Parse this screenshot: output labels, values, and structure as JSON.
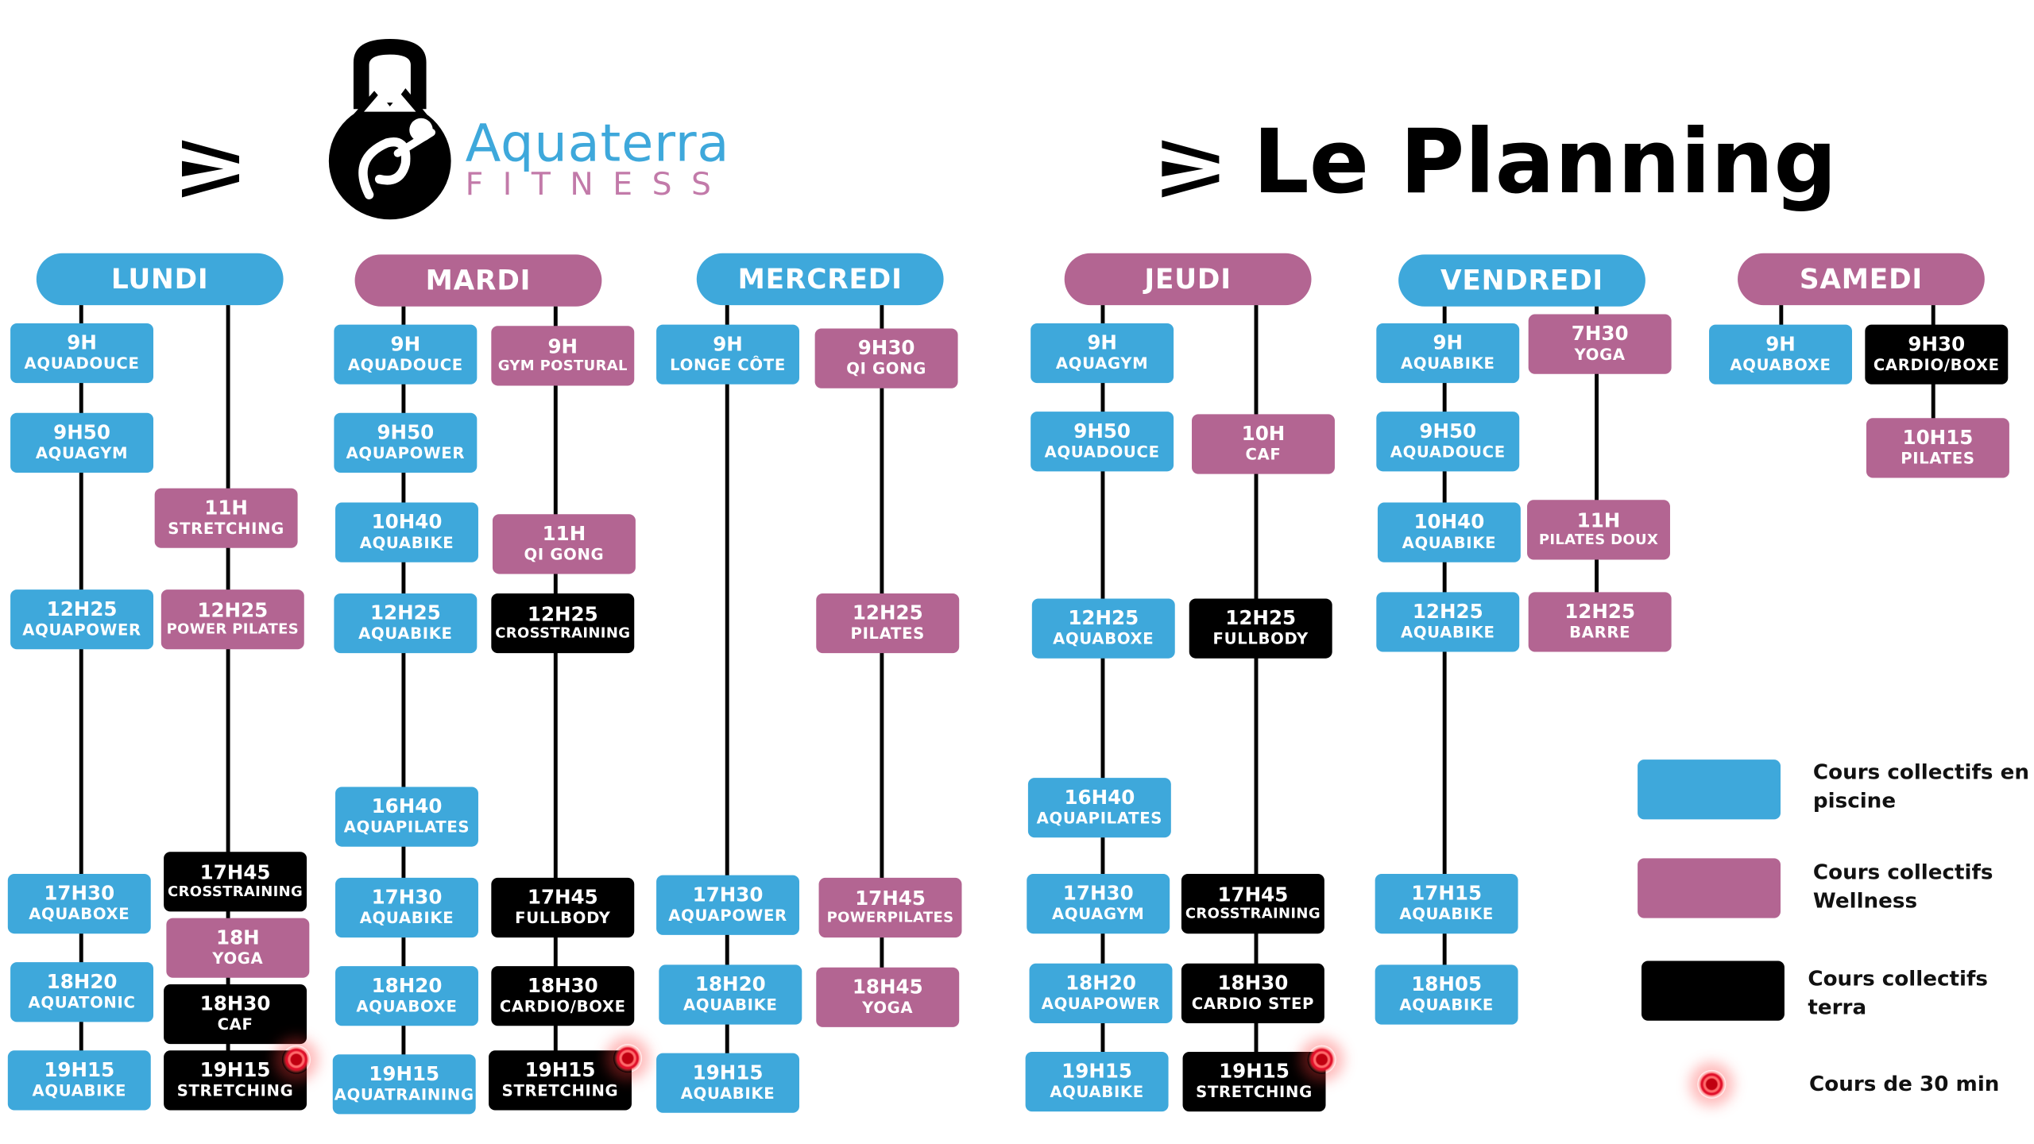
{
  "header": {
    "brand_line1": "Aquaterra",
    "brand_line2": "FITNESS",
    "title": "Le Planning",
    "icons": [
      "chevron-double-right-icon",
      "kettlebell-logo-icon"
    ]
  },
  "colors": {
    "piscine": "#3ea8db",
    "wellness": "#b36592",
    "terra": "#000000",
    "dot": "#e0102a"
  },
  "days": [
    {
      "label": "LUNDI",
      "color": "blue"
    },
    {
      "label": "MARDI",
      "color": "pink"
    },
    {
      "label": "MERCREDI",
      "color": "blue"
    },
    {
      "label": "JEUDI",
      "color": "pink"
    },
    {
      "label": "VENDREDI",
      "color": "blue"
    },
    {
      "label": "SAMEDI",
      "color": "pink"
    }
  ],
  "schedule": {
    "lundi": [
      {
        "time": "9H",
        "name": "AQUADOUCE",
        "type": "piscine"
      },
      {
        "time": "9H50",
        "name": "AQUAGYM",
        "type": "piscine"
      },
      {
        "time": "11H",
        "name": "STRETCHING",
        "type": "wellness"
      },
      {
        "time": "12H25",
        "name": "AQUAPOWER",
        "type": "piscine"
      },
      {
        "time": "12H25",
        "name": "POWER PILATES",
        "type": "wellness"
      },
      {
        "time": "17H45",
        "name": "CROSSTRAINING",
        "type": "terra"
      },
      {
        "time": "17H30",
        "name": "AQUABOXE",
        "type": "piscine"
      },
      {
        "time": "18H",
        "name": "YOGA",
        "type": "wellness"
      },
      {
        "time": "18H20",
        "name": "AQUATONIC",
        "type": "piscine"
      },
      {
        "time": "18H30",
        "name": "CAF",
        "type": "terra"
      },
      {
        "time": "19H15",
        "name": "AQUABIKE",
        "type": "piscine"
      },
      {
        "time": "19H15",
        "name": "STRETCHING",
        "type": "terra",
        "short": true
      }
    ],
    "mardi": [
      {
        "time": "9H",
        "name": "AQUADOUCE",
        "type": "piscine"
      },
      {
        "time": "9H",
        "name": "GYM POSTURAL",
        "type": "wellness"
      },
      {
        "time": "9H50",
        "name": "AQUAPOWER",
        "type": "piscine"
      },
      {
        "time": "10H40",
        "name": "AQUABIKE",
        "type": "piscine"
      },
      {
        "time": "11H",
        "name": "QI GONG",
        "type": "wellness"
      },
      {
        "time": "12H25",
        "name": "AQUABIKE",
        "type": "piscine"
      },
      {
        "time": "12H25",
        "name": "CROSSTRAINING",
        "type": "terra"
      },
      {
        "time": "16H40",
        "name": "AQUAPILATES",
        "type": "piscine"
      },
      {
        "time": "17H30",
        "name": "AQUABIKE",
        "type": "piscine"
      },
      {
        "time": "17H45",
        "name": "FULLBODY",
        "type": "terra"
      },
      {
        "time": "18H20",
        "name": "AQUABOXE",
        "type": "piscine"
      },
      {
        "time": "18H30",
        "name": "CARDIO/BOXE",
        "type": "terra"
      },
      {
        "time": "19H15",
        "name": "AQUATRAINING",
        "type": "piscine"
      },
      {
        "time": "19H15",
        "name": "STRETCHING",
        "type": "terra",
        "short": true
      }
    ],
    "mercredi": [
      {
        "time": "9H",
        "name": "LONGE CÔTE",
        "type": "piscine"
      },
      {
        "time": "9H30",
        "name": "QI GONG",
        "type": "wellness"
      },
      {
        "time": "12H25",
        "name": "PILATES",
        "type": "wellness"
      },
      {
        "time": "17H30",
        "name": "AQUAPOWER",
        "type": "piscine"
      },
      {
        "time": "17H45",
        "name": "POWERPILATES",
        "type": "wellness"
      },
      {
        "time": "18H20",
        "name": "AQUABIKE",
        "type": "piscine"
      },
      {
        "time": "18H45",
        "name": "YOGA",
        "type": "wellness"
      },
      {
        "time": "19H15",
        "name": "AQUABIKE",
        "type": "piscine"
      }
    ],
    "jeudi": [
      {
        "time": "9H",
        "name": "AQUAGYM",
        "type": "piscine"
      },
      {
        "time": "9H50",
        "name": "AQUADOUCE",
        "type": "piscine"
      },
      {
        "time": "10H",
        "name": "CAF",
        "type": "wellness"
      },
      {
        "time": "12H25",
        "name": "AQUABOXE",
        "type": "piscine"
      },
      {
        "time": "12H25",
        "name": "FULLBODY",
        "type": "terra"
      },
      {
        "time": "16H40",
        "name": "AQUAPILATES",
        "type": "piscine"
      },
      {
        "time": "17H30",
        "name": "AQUAGYM",
        "type": "piscine"
      },
      {
        "time": "17H45",
        "name": "CROSSTRAINING",
        "type": "terra"
      },
      {
        "time": "18H20",
        "name": "AQUAPOWER",
        "type": "piscine"
      },
      {
        "time": "18H30",
        "name": "CARDIO STEP",
        "type": "terra"
      },
      {
        "time": "19H15",
        "name": "AQUABIKE",
        "type": "piscine"
      },
      {
        "time": "19H15",
        "name": "STRETCHING",
        "type": "terra",
        "short": true
      }
    ],
    "vendredi": [
      {
        "time": "9H",
        "name": "AQUABIKE",
        "type": "piscine"
      },
      {
        "time": "7H30",
        "name": "YOGA",
        "type": "wellness"
      },
      {
        "time": "9H50",
        "name": "AQUADOUCE",
        "type": "piscine"
      },
      {
        "time": "10H40",
        "name": "AQUABIKE",
        "type": "piscine"
      },
      {
        "time": "11H",
        "name": "PILATES DOUX",
        "type": "wellness"
      },
      {
        "time": "12H25",
        "name": "AQUABIKE",
        "type": "piscine"
      },
      {
        "time": "12H25",
        "name": "BARRE",
        "type": "wellness"
      },
      {
        "time": "17H15",
        "name": "AQUABIKE",
        "type": "piscine"
      },
      {
        "time": "18H05",
        "name": "AQUABIKE",
        "type": "piscine"
      }
    ],
    "samedi": [
      {
        "time": "9H",
        "name": "AQUABOXE",
        "type": "piscine"
      },
      {
        "time": "9H30",
        "name": "CARDIO/BOXE",
        "type": "terra"
      },
      {
        "time": "10H15",
        "name": "PILATES",
        "type": "wellness"
      }
    ]
  },
  "legend": [
    {
      "line1": "Cours collectifs en",
      "line2": "piscine",
      "color": "#3ea8db"
    },
    {
      "line1": "Cours collectifs",
      "line2": "Wellness",
      "color": "#b36592"
    },
    {
      "line1": "Cours collectifs",
      "line2": "terra",
      "color": "#000000"
    },
    {
      "line1": "Cours de 30 min",
      "line2": "",
      "color": "#e0102a"
    }
  ]
}
